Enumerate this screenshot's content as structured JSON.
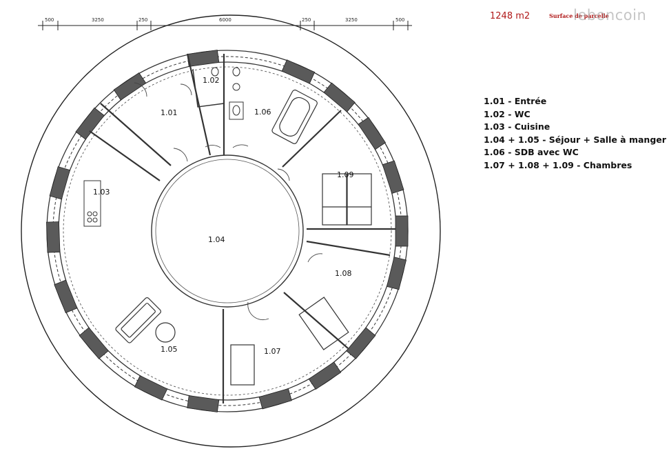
{
  "header": {
    "surface_value": "1248 m2",
    "surface_label": "Surface de parcelle",
    "watermark": "leboncoin"
  },
  "dimensions": [
    "500",
    "3250",
    "250",
    "6000",
    "250",
    "3250",
    "500"
  ],
  "rooms": {
    "r101": "1.01",
    "r102": "1.02",
    "r103": "1.03",
    "r104": "1.04",
    "r105": "1.05",
    "r106": "1.06",
    "r107": "1.07",
    "r108": "1.08",
    "r109": "1.09"
  },
  "legend": [
    "1.01 - Entrée",
    "1.02 - WC",
    "1.03 - Cuisine",
    "1.04 + 1.05 - Séjour + Salle à manger",
    "1.06 - SDB avec WC",
    "1.07 + 1.08 + 1.09 - Chambres"
  ]
}
